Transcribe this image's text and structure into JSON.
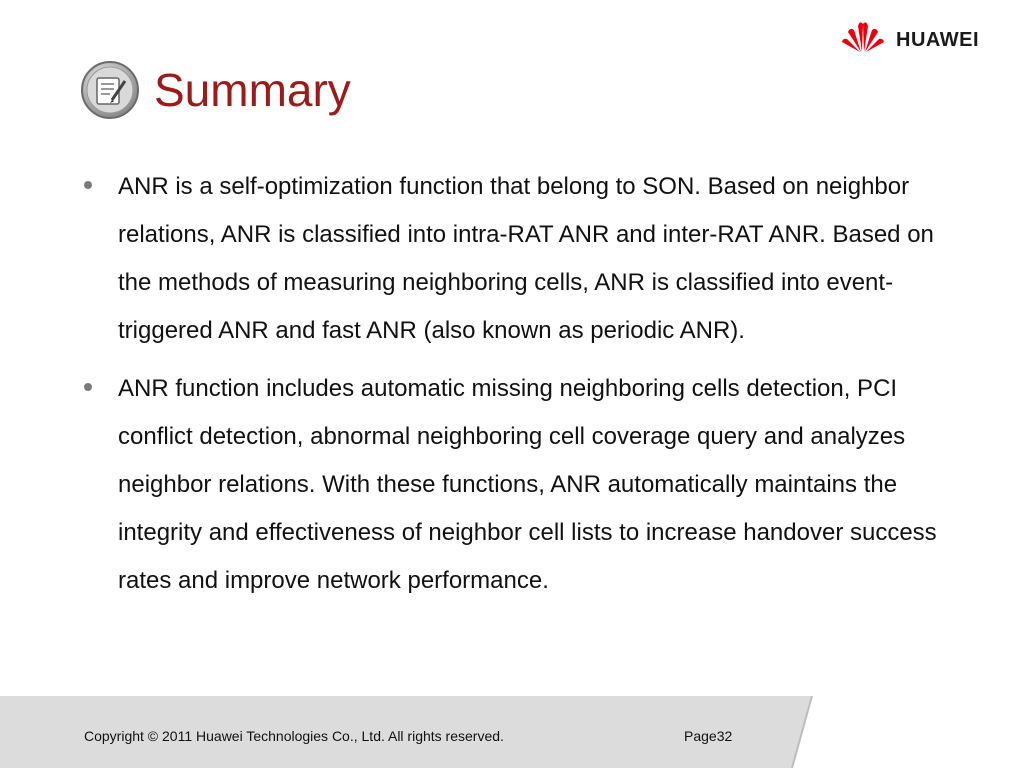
{
  "slide": {
    "title": "Summary",
    "bullets": [
      "ANR is a self-optimization function that belong to SON. Based on neighbor relations, ANR is classified into intra-RAT ANR and inter-RAT ANR. Based on the methods of measuring neighboring cells, ANR is classified into event-triggered ANR and fast ANR (also known as periodic ANR).",
      "ANR function includes automatic missing neighboring cells detection, PCI conflict detection, abnormal neighboring cell coverage query and analyzes neighbor relations. With these functions, ANR automatically maintains the integrity and effectiveness of neighbor cell lists to increase handover success rates and improve network performance."
    ]
  },
  "footer": {
    "copyright": "Copyright © 2011 Huawei Technologies Co., Ltd. All rights reserved.",
    "page": "Page32",
    "brand": "HUAWEI"
  },
  "colors": {
    "title": "#9b1b1b",
    "brand_red": "#e60012",
    "footer_bg": "#dcdcdc"
  },
  "icons": {
    "title_icon": "document-edit-icon",
    "bullet_icon": "bullet-dot-icon",
    "logo": "huawei-logo-icon"
  }
}
